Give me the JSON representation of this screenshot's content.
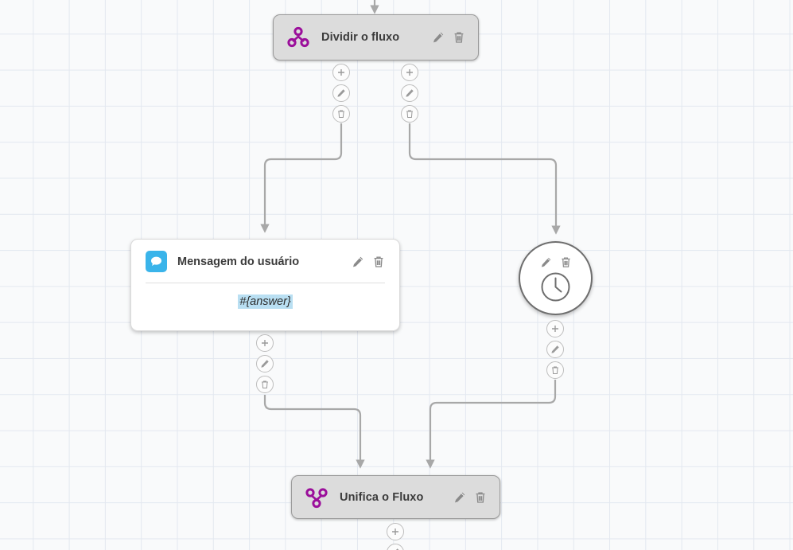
{
  "canvas": {
    "background_color": "#f9fafb",
    "grid_color": "#e3e8f0",
    "grid_size": 45
  },
  "palette": {
    "node_gray_fill": "#dcdcdc",
    "node_gray_border": "#9b9b9b",
    "node_white_fill": "#ffffff",
    "flow_icon_purple": "#9b0f9b",
    "message_icon_blue": "#3ab4ea",
    "variable_highlight": "#b9dff2",
    "edge_color": "#a8a8a8",
    "title_text": "#3b3b3b",
    "tool_icon": "#8a8a8a"
  },
  "nodes": [
    {
      "id": "split",
      "type": "flow-split",
      "title": "Dividir o fluxo",
      "icon": "flow-split-icon",
      "edit_label": "Editar",
      "delete_label": "Excluir"
    },
    {
      "id": "user-message",
      "type": "message",
      "title": "Mensagem do usuário",
      "icon": "chat-bubble-icon",
      "variable": "#{answer}",
      "edit_label": "Editar",
      "delete_label": "Excluir"
    },
    {
      "id": "delay",
      "type": "delay",
      "title": "",
      "icon": "clock-icon",
      "edit_label": "Editar",
      "delete_label": "Excluir"
    },
    {
      "id": "merge",
      "type": "flow-merge",
      "title": "Unifica o Fluxo",
      "icon": "flow-merge-icon",
      "edit_label": "Editar",
      "delete_label": "Excluir"
    }
  ],
  "action_buttons": {
    "add_label": "+",
    "edit_label": "Editar",
    "delete_label": "Excluir"
  },
  "action_stacks": [
    {
      "id": "split-left-out",
      "buttons": [
        "add",
        "edit",
        "delete"
      ]
    },
    {
      "id": "split-right-out",
      "buttons": [
        "add",
        "edit",
        "delete"
      ]
    },
    {
      "id": "message-out",
      "buttons": [
        "add",
        "edit",
        "delete"
      ]
    },
    {
      "id": "delay-out",
      "buttons": [
        "add",
        "edit",
        "delete"
      ]
    },
    {
      "id": "merge-out",
      "buttons": [
        "add",
        "edit"
      ]
    }
  ]
}
